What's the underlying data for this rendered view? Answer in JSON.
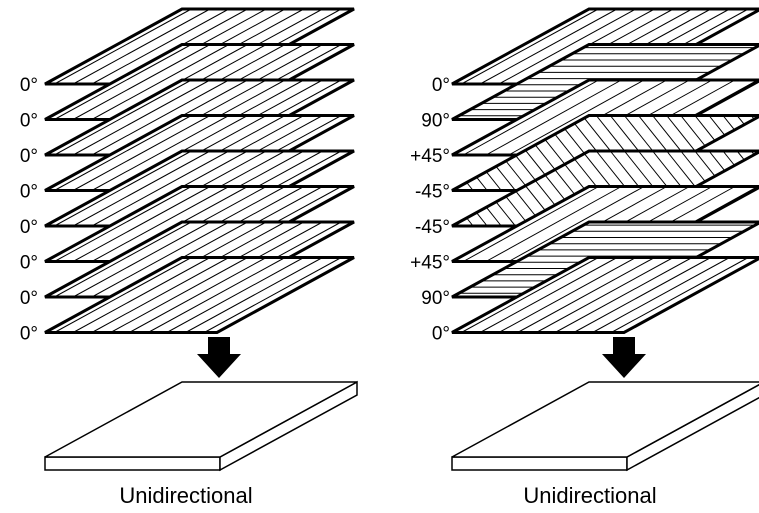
{
  "left_stack": {
    "angle_labels": [
      "0°",
      "0°",
      "0°",
      "0°",
      "0°",
      "0°",
      "0°",
      "0°"
    ],
    "ply_angles": [
      0,
      0,
      0,
      0,
      0,
      0,
      0,
      0
    ],
    "caption": "Unidirectional"
  },
  "right_stack": {
    "angle_labels": [
      "0°",
      "90°",
      "+45°",
      "-45°",
      "-45°",
      "+45°",
      "90°",
      "0°"
    ],
    "ply_angles": [
      0,
      90,
      45,
      -45,
      -45,
      45,
      90,
      0
    ],
    "caption": "Unidirectional"
  }
}
